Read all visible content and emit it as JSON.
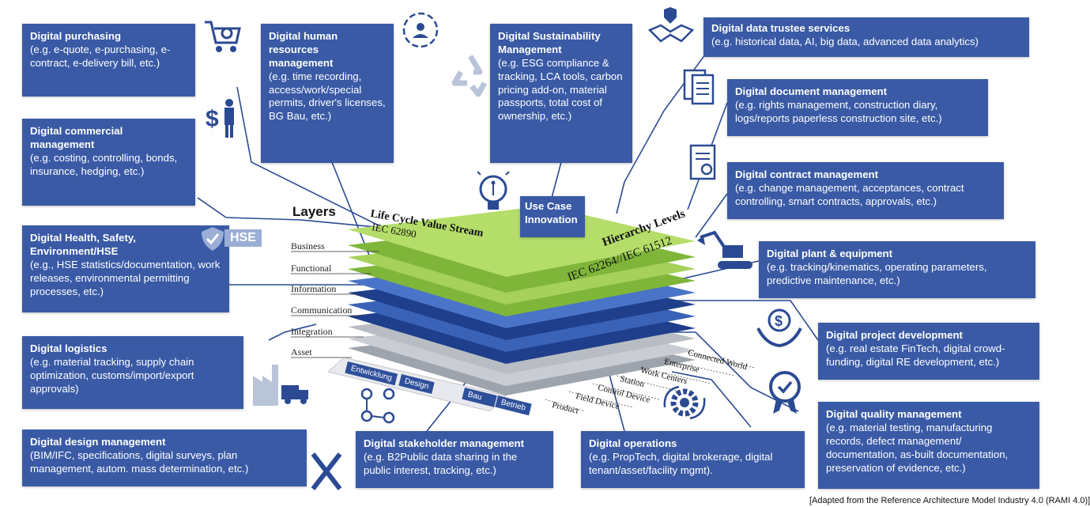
{
  "boxes": {
    "purchasing": {
      "title": "Digital purchasing",
      "desc": "(e.g. e-quote, e-purchasing, e-contract, e-delivery bill, etc.)"
    },
    "hr": {
      "title": "Digital human resources management",
      "desc": "(e.g. time recording, access/work/special permits, driver's licenses, BG Bau, etc.)"
    },
    "sustainability": {
      "title": "Digital Sustainability Management",
      "desc": "(e.g. ESG compliance & tracking, LCA tools, carbon pricing add-on, material passports, total cost of ownership, etc.)"
    },
    "trustee": {
      "title": "Digital data trustee services",
      "desc": "(e.g. historical data, AI, big data, advanced data analytics)"
    },
    "document": {
      "title": "Digital document management",
      "desc": "(e.g. rights management, construction diary, logs/reports paperless construction site, etc.)"
    },
    "commercial": {
      "title": "Digital commercial management",
      "desc": "(e.g. costing, controlling, bonds, insurance, hedging, etc.)"
    },
    "contract": {
      "title": "Digital contract management",
      "desc": "(e.g. change management, acceptances, contract controlling, smart contracts, approvals, etc.)"
    },
    "hse": {
      "title": "Digital Health, Safety, Environment/HSE",
      "desc": "(e.g., HSE statistics/documentation, work releases, environmental permitting processes, etc.)"
    },
    "plant": {
      "title": "Digital plant & equipment",
      "desc": "(e.g. tracking/kinematics, operating parameters, predictive maintenance, etc.)"
    },
    "project": {
      "title": "Digital project development",
      "desc": "(e.g. real estate FinTech, digital crowd-funding, digital RE development, etc.)"
    },
    "logistics": {
      "title": "Digital logistics",
      "desc": "(e.g. material tracking, supply chain optimization, customs/import/export approvals)"
    },
    "quality": {
      "title": "Digital quality management",
      "desc": "(e.g. material testing, manufacturing records, defect management/ documentation, as-built documentation, preservation of evidence, etc.)"
    },
    "design": {
      "title": "Digital design management",
      "desc": "(BIM/IFC, specifications, digital surveys, plan management, autom. mass determination, etc.)"
    },
    "stakeholder": {
      "title": "Digital stakeholder management",
      "desc": "(e.g. B2Public data sharing in the public interest, tracking, etc.)"
    },
    "operations": {
      "title": "Digital operations",
      "desc": "(e.g. PropTech, digital brokerage, digital tenant/asset/facility mgmt)."
    },
    "usecase": {
      "title": "Use Case Innovation"
    }
  },
  "layers_title": "Layers",
  "layers": [
    "Business",
    "Functional",
    "Information",
    "Communication",
    "Integration",
    "Asset"
  ],
  "axis_left": {
    "line1": "Life Cycle Value Stream",
    "line2": "IEC 62890"
  },
  "axis_right": {
    "line1": "Hierarchy Levels",
    "line2": "IEC 62264//IEC 61512"
  },
  "hierarchy": [
    "Connected World",
    "Enterprise",
    "Work Centers",
    "Station",
    "Control Device",
    "Field Device",
    "Product"
  ],
  "lifecycle": [
    "Entwicklung",
    "Design",
    "Bau",
    "Betrieb"
  ],
  "hse_badge": "HSE",
  "footnote": "[Adapted from the Reference Architecture Model Industry 4.0 (RAMI 4.0)]",
  "colors": {
    "box": "#3a5aa6",
    "green_light": "#a6d15a",
    "green_dark": "#7fb63a",
    "blue_dark": "#1f3f8c",
    "blue_mid": "#3a63b8",
    "grey": "#c7cad1"
  },
  "icons": [
    "cart-gear-icon",
    "team-icon",
    "recycle-icon",
    "handshake-shield-icon",
    "document-icon",
    "certificate-icon",
    "dollar-man-icon",
    "lightbulb-icon",
    "hse-shield-icon",
    "excavator-icon",
    "hand-dollar-icon",
    "factory-truck-icon",
    "quality-badge-icon",
    "gear-cycle-icon",
    "ruler-pencil-icon",
    "stakeholder-network-icon"
  ]
}
